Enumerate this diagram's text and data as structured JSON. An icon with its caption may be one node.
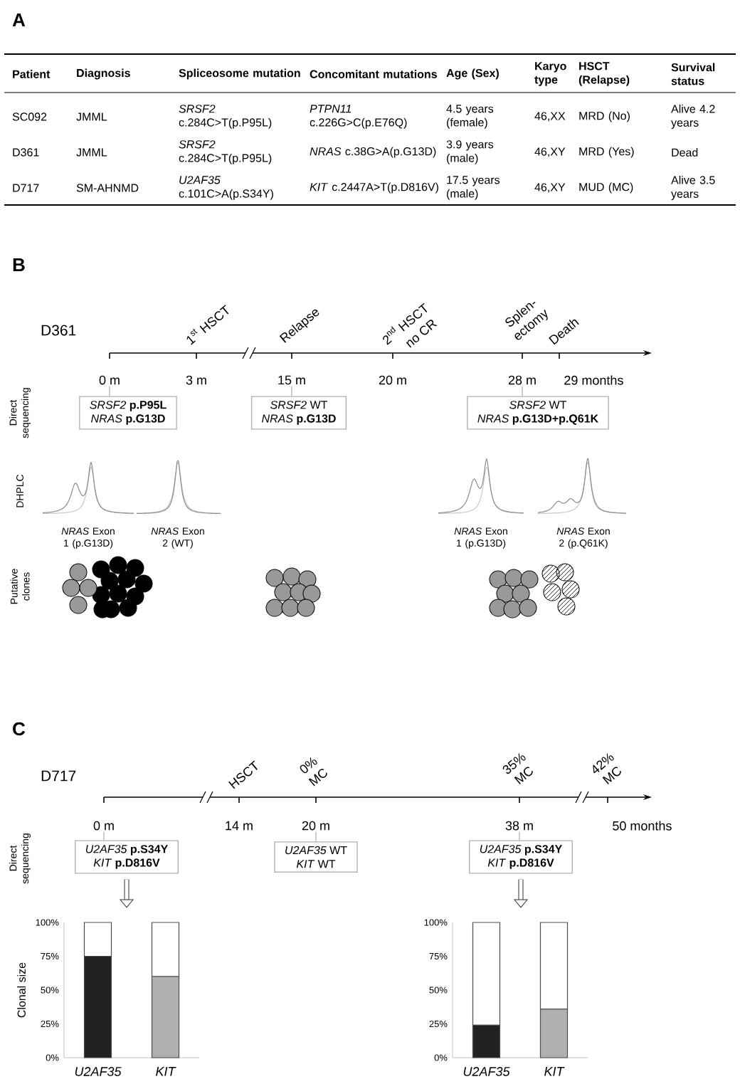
{
  "diagram": {
    "nodes": [
      {
        "text": [
          "*SRSF2* **p.P95L**",
          "*NRAS* **p.G13D**"
        ]
      },
      {
        "text": [
          "*SRSF2* WT",
          "*NRAS* **p.G13D**"
        ]
      },
      {
        "text": [
          "*SRSF2* WT",
          "*NRAS* **p.G13D+p.Q61K**"
        ]
      },
      {
        "text": [
          "*U2AF35* **p.S34Y**",
          "*KIT* **p.D816V**"
        ]
      },
      {
        "text": [
          "*U2AF35* WT",
          "*KIT* WT"
        ]
      },
      {
        "text": [
          "*U2AF35* **p.S34Y**",
          "*KIT* **p.D816V**"
        ]
      },
      {
        "text": [],
        "shape": "bar"
      },
      {
        "text": [],
        "shape": "bar"
      },
      {
        "text": [
          "0 m"
        ]
      },
      {
        "text": [
          "15 m"
        ]
      },
      {
        "text": [
          "28 m"
        ]
      },
      {
        "text": [
          "0 m"
        ]
      },
      {
        "text": [
          "20 m"
        ]
      },
      {
        "text": [
          "38 m"
        ]
      }
    ],
    "edges": [
      {
        "from": 8,
        "to": 0,
        "arrow": "none"
      },
      {
        "from": 9,
        "to": 1,
        "arrow": "none"
      },
      {
        "from": 10,
        "to": 2,
        "arrow": "none"
      },
      {
        "from": 11,
        "to": 3,
        "arrow": "none"
      },
      {
        "from": 12,
        "to": 4,
        "arrow": "none"
      },
      {
        "from": 13,
        "to": 5,
        "arrow": "none"
      },
      {
        "from": 3,
        "to": 6,
        "arrow": "to",
        "style": "thick",
        "color": "#333333"
      },
      {
        "from": 5,
        "to": 7,
        "arrow": "to",
        "style": "thick",
        "color": "#333333"
      }
    ],
    "labels": [
      "A",
      "Patient",
      "Diagnosis",
      "Spliceosome mutation",
      "Concomitant mutations",
      "Age (Sex)",
      "Karyo type",
      "HSCT (Relapse)",
      "Survival status",
      "SC092",
      "JMML",
      "*SRSF2* c.284C>T(p.P95L)",
      "*PTPN11* c.226G>C(p.E76Q)",
      "4.5 years (female)",
      "46,XX",
      "MRD (No)",
      "Alive 4.2 years",
      "D361",
      "JMML",
      "*SRSF2* c.284C>T(p.P95L)",
      "*NRAS* c.38G>A(p.G13D)",
      "3.9 years (male)",
      "46,XY",
      "MRD (Yes)",
      "Dead",
      "D717",
      "SM-AHNMD",
      "*U2AF35* c.101C>A(p.S34Y)",
      "*KIT* c.2447A>T(p.D816V)",
      "17.5 years (male)",
      "46,XY",
      "MUD (MC)",
      "Alive 3.5 years",
      "B",
      "D361",
      "1$^{st}$ HSCT",
      "Relapse",
      "2$^{nd}$ HSCT",
      "Splen- ectomy",
      "Death",
      "3 m",
      "20 m",
      "29 months",
      "Direct sequencing",
      "DHPLC",
      "*NRAS* Exon 1 (p.G13D)",
      "*NRAS* Exon 2 (WT)",
      "*NRAS* Exon 1 (p.G13D)",
      "*NRAS* Exon 2 (p.Q61K)",
      "Putative clones",
      "C",
      "D717",
      "HSCT",
      "0% MC",
      "35% MC",
      "42% MC",
      "14 m",
      "50 months",
      "Direct sequencing",
      "no CR"
    ],
    "chart_data": [
      {
        "type": "bar",
        "stacked": true,
        "ylabel": "Clonal size",
        "categories": [
          "U2AF35",
          "KIT"
        ],
        "ylim": [
          0,
          100
        ],
        "yticks": [
          {
            "value": 0,
            "label": "0%"
          },
          {
            "value": 25,
            "label": "25%"
          },
          {
            "value": 50,
            "label": "50%"
          },
          {
            "value": 75,
            "label": "75%"
          },
          {
            "value": 100,
            "label": "100%"
          }
        ],
        "series": [
          {
            "color": "#222222",
            "values": [
              75,
              null
            ]
          },
          {
            "color": "#b0b0b0",
            "values": [
              null,
              60
            ]
          },
          {
            "color": "#ffffff",
            "values": [
              25,
              40
            ]
          }
        ]
      },
      {
        "type": "bar",
        "stacked": true,
        "categories": [
          "U2AF35",
          "KIT"
        ],
        "ylim": [
          0,
          100
        ],
        "yticks": [
          {
            "value": 0,
            "label": "0%"
          },
          {
            "value": 25,
            "label": "25%"
          },
          {
            "value": 50,
            "label": "50%"
          },
          {
            "value": 75,
            "label": "75%"
          },
          {
            "value": 100,
            "label": "100%"
          }
        ],
        "series": [
          {
            "color": "#222222",
            "values": [
              24,
              null
            ]
          },
          {
            "color": "#b0b0b0",
            "values": [
              null,
              36
            ]
          },
          {
            "color": "#ffffff",
            "values": [
              76,
              64
            ]
          }
        ]
      }
    ]
  }
}
